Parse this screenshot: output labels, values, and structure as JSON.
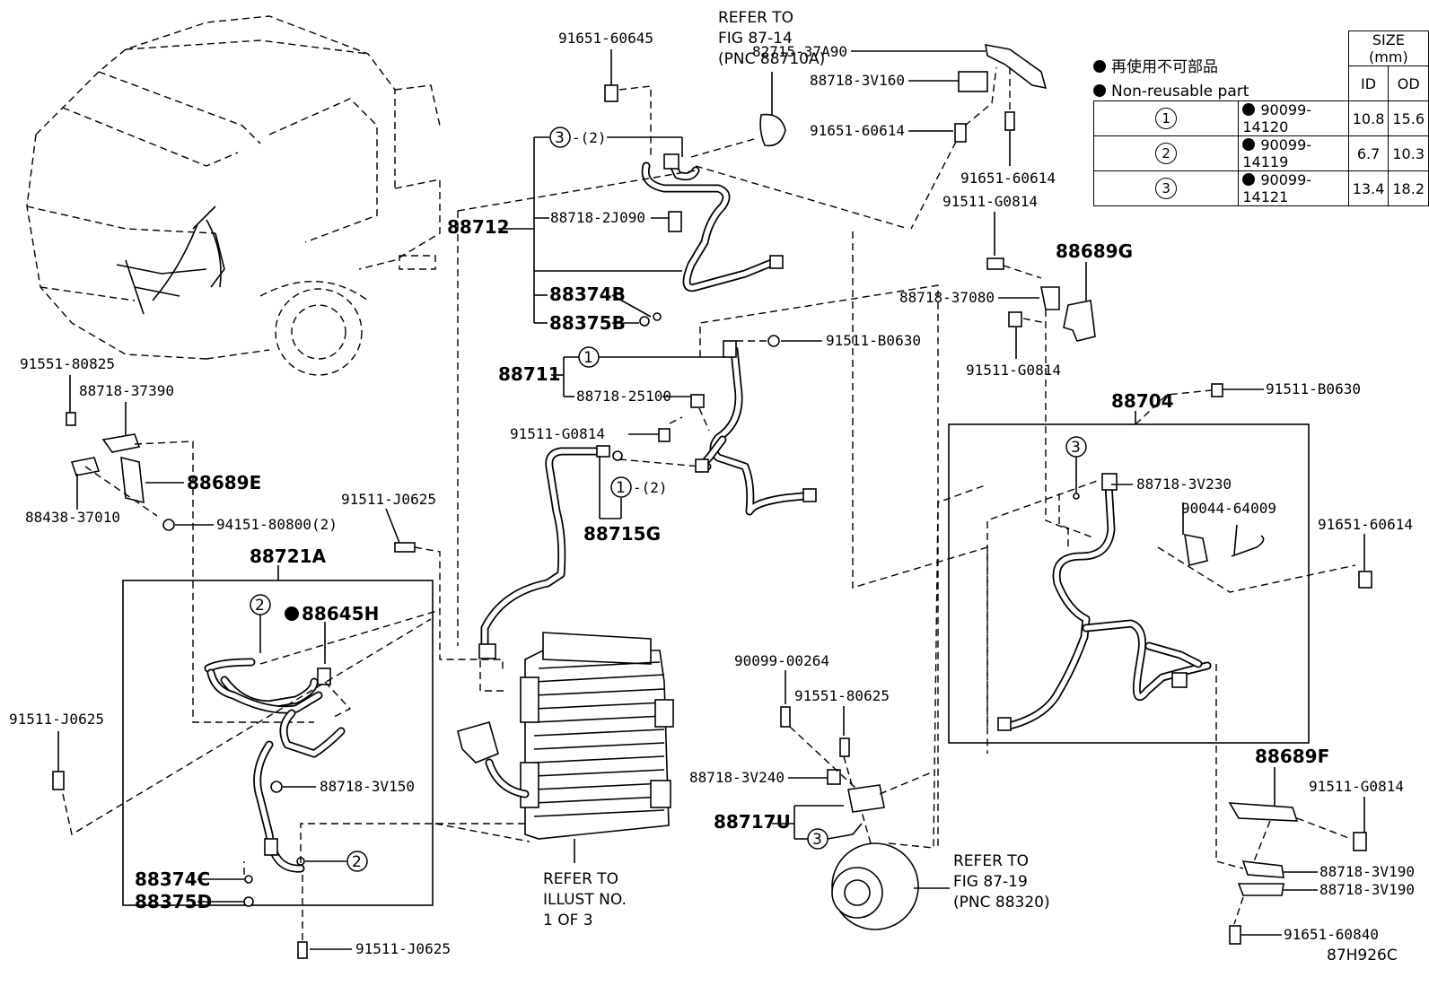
{
  "diagram_id": "87H926C",
  "legend": {
    "size_header": "SIZE (mm)",
    "note_jp": "再使用不可部品",
    "note_en": "Non-reusable part",
    "col_id": "ID",
    "col_od": "OD",
    "rows": [
      {
        "num": "1",
        "part": "90099-14120",
        "id": "10.8",
        "od": "15.6"
      },
      {
        "num": "2",
        "part": "90099-14119",
        "id": "6.7",
        "od": "10.3"
      },
      {
        "num": "3",
        "part": "90099-14121",
        "id": "13.4",
        "od": "18.2"
      }
    ]
  },
  "refs": {
    "fig_87_14": [
      "REFER TO",
      "FIG 87-14",
      "(PNC 88710A)"
    ],
    "fig_87_19": [
      "REFER TO",
      "FIG 87-19",
      "(PNC 88320)"
    ],
    "illust": [
      "REFER TO",
      "ILLUST NO.",
      "1 OF 3"
    ]
  },
  "labels": {
    "p91651_60645": "91651-60645",
    "p82715_37A90": "82715-37A90",
    "p88718_3V160": "88718-3V160",
    "p91651_60614a": "91651-60614",
    "p91651_60614b": "91651-60614",
    "p91511_G0814a": "91511-G0814",
    "p88689G": "88689G",
    "p88718_37080": "88718-37080",
    "p91511_G0814b": "91511-G0814",
    "p88712": "88712",
    "p88718_2J090": "88718-2J090",
    "p88374B": "88374B",
    "p88375B": "88375B",
    "p88711": "88711",
    "p91511_B0630a": "91511-B0630",
    "p88718_25100": "88718-25100",
    "p91511_G0814c": "91511-G0814",
    "p88715G": "88715G",
    "q1_2": "-(2)",
    "q3_2": "-(2)",
    "p88704": "88704",
    "p91511_B0630b": "91511-B0630",
    "p88718_3V230": "88718-3V230",
    "p90044_64009": "90044-64009",
    "p91651_60614c": "91651-60614",
    "p91551_80825": "91551-80825",
    "p88718_37390": "88718-37390",
    "p88689E": "88689E",
    "p88438_37010": "88438-37010",
    "p94151_80800": "94151-80800(2)",
    "p91511_J0625a": "91511-J0625",
    "p88721A": "88721A",
    "p88645H": "88645H",
    "p91511_J0625b": "91511-J0625",
    "p88718_3V150": "88718-3V150",
    "p88374C": "88374C",
    "p88375D": "88375D",
    "p91511_J0625c": "91511-J0625",
    "p90099_00264": "90099-00264",
    "p91551_80625": "91551-80625",
    "p88718_3V240": "88718-3V240",
    "p88717U": "88717U",
    "p88689F": "88689F",
    "p91511_G0814d": "91511-G0814",
    "p88718_3V190a": "88718-3V190",
    "p88718_3V190b": "88718-3V190",
    "p91651_60840": "91651-60840"
  }
}
